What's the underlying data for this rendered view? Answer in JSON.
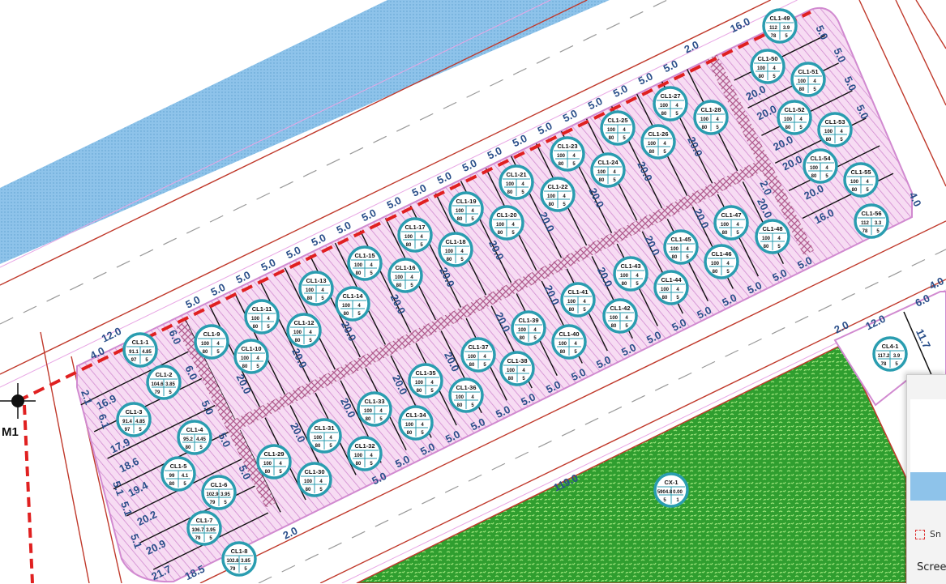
{
  "colors": {
    "water": "#8ec3ea",
    "park": "#2f9e2f",
    "block": "#f7dcf3",
    "hatch": "#d18ad0",
    "road_line": "#c0392b",
    "boundary": "#e02020",
    "lot_circle": "#2a9db0",
    "dim_text": "#2a4f8a"
  },
  "marker": {
    "label": "M1",
    "icon": "crosshair-icon"
  },
  "lots": [
    {
      "id": "CL1-1",
      "a": "91.1",
      "b": "4.85",
      "c": "97",
      "d": "5"
    },
    {
      "id": "CL1-2",
      "a": "104.6",
      "b": "3.85",
      "c": "79",
      "d": "5"
    },
    {
      "id": "CL1-3",
      "a": "91.4",
      "b": "4.85",
      "c": "97",
      "d": "5"
    },
    {
      "id": "CL1-4",
      "a": "95.2",
      "b": "4.45",
      "c": "80",
      "d": "5"
    },
    {
      "id": "CL1-5",
      "a": "99",
      "b": "4.1",
      "c": "80",
      "d": "5"
    },
    {
      "id": "CL1-6",
      "a": "102.9",
      "b": "3.95",
      "c": "79",
      "d": "5"
    },
    {
      "id": "CL1-7",
      "a": "106.7",
      "b": "3.95",
      "c": "79",
      "d": "5"
    },
    {
      "id": "CL1-8",
      "a": "102.8",
      "b": "3.85",
      "c": "79",
      "d": "5"
    },
    {
      "id": "CL1-9",
      "a": "100",
      "b": "4",
      "c": "80",
      "d": "5"
    },
    {
      "id": "CL1-10",
      "a": "100",
      "b": "4",
      "c": "80",
      "d": "5"
    },
    {
      "id": "CL1-11",
      "a": "100",
      "b": "4",
      "c": "80",
      "d": "5"
    },
    {
      "id": "CL1-12",
      "a": "100",
      "b": "4",
      "c": "80",
      "d": "5"
    },
    {
      "id": "CL1-13",
      "a": "100",
      "b": "4",
      "c": "80",
      "d": "5"
    },
    {
      "id": "CL1-14",
      "a": "100",
      "b": "4",
      "c": "80",
      "d": "5"
    },
    {
      "id": "CL1-15",
      "a": "100",
      "b": "4",
      "c": "80",
      "d": "5"
    },
    {
      "id": "CL1-16",
      "a": "100",
      "b": "4",
      "c": "80",
      "d": "5"
    },
    {
      "id": "CL1-17",
      "a": "100",
      "b": "4",
      "c": "80",
      "d": "5"
    },
    {
      "id": "CL1-18",
      "a": "100",
      "b": "4",
      "c": "80",
      "d": "5"
    },
    {
      "id": "CL1-19",
      "a": "100",
      "b": "4",
      "c": "80",
      "d": "5"
    },
    {
      "id": "CL1-20",
      "a": "100",
      "b": "4",
      "c": "80",
      "d": "5"
    },
    {
      "id": "CL1-21",
      "a": "100",
      "b": "4",
      "c": "80",
      "d": "5"
    },
    {
      "id": "CL1-22",
      "a": "100",
      "b": "4",
      "c": "80",
      "d": "5"
    },
    {
      "id": "CL1-23",
      "a": "100",
      "b": "4",
      "c": "80",
      "d": "5"
    },
    {
      "id": "CL1-24",
      "a": "100",
      "b": "4",
      "c": "80",
      "d": "5"
    },
    {
      "id": "CL1-25",
      "a": "100",
      "b": "4",
      "c": "80",
      "d": "5"
    },
    {
      "id": "CL1-26",
      "a": "100",
      "b": "4",
      "c": "80",
      "d": "5"
    },
    {
      "id": "CL1-27",
      "a": "100",
      "b": "4",
      "c": "80",
      "d": "5"
    },
    {
      "id": "CL1-28",
      "a": "100",
      "b": "4",
      "c": "80",
      "d": "5"
    },
    {
      "id": "CL1-29",
      "a": "100",
      "b": "4",
      "c": "80",
      "d": "5"
    },
    {
      "id": "CL1-30",
      "a": "100",
      "b": "4",
      "c": "80",
      "d": "5"
    },
    {
      "id": "CL1-31",
      "a": "100",
      "b": "4",
      "c": "80",
      "d": "5"
    },
    {
      "id": "CL1-32",
      "a": "100",
      "b": "4",
      "c": "80",
      "d": "5"
    },
    {
      "id": "CL1-33",
      "a": "100",
      "b": "4",
      "c": "80",
      "d": "5"
    },
    {
      "id": "CL1-34",
      "a": "100",
      "b": "4",
      "c": "80",
      "d": "5"
    },
    {
      "id": "CL1-35",
      "a": "100",
      "b": "4",
      "c": "80",
      "d": "5"
    },
    {
      "id": "CL1-36",
      "a": "100",
      "b": "4",
      "c": "80",
      "d": "5"
    },
    {
      "id": "CL1-37",
      "a": "100",
      "b": "4",
      "c": "80",
      "d": "5"
    },
    {
      "id": "CL1-38",
      "a": "100",
      "b": "4",
      "c": "80",
      "d": "5"
    },
    {
      "id": "CL1-39",
      "a": "100",
      "b": "4",
      "c": "80",
      "d": "5"
    },
    {
      "id": "CL1-40",
      "a": "100",
      "b": "4",
      "c": "80",
      "d": "5"
    },
    {
      "id": "CL1-41",
      "a": "100",
      "b": "4",
      "c": "80",
      "d": "5"
    },
    {
      "id": "CL1-42",
      "a": "100",
      "b": "4",
      "c": "80",
      "d": "5"
    },
    {
      "id": "CL1-43",
      "a": "100",
      "b": "4",
      "c": "80",
      "d": "5"
    },
    {
      "id": "CL1-44",
      "a": "100",
      "b": "4",
      "c": "80",
      "d": "5"
    },
    {
      "id": "CL1-45",
      "a": "100",
      "b": "4",
      "c": "80",
      "d": "5"
    },
    {
      "id": "CL1-46",
      "a": "100",
      "b": "4",
      "c": "80",
      "d": "5"
    },
    {
      "id": "CL1-47",
      "a": "100",
      "b": "4",
      "c": "80",
      "d": "5"
    },
    {
      "id": "CL1-48",
      "a": "100",
      "b": "4",
      "c": "80",
      "d": "5"
    },
    {
      "id": "CL1-49",
      "a": "112",
      "b": "3.9",
      "c": "78",
      "d": "5"
    },
    {
      "id": "CL1-50",
      "a": "100",
      "b": "4",
      "c": "80",
      "d": "5"
    },
    {
      "id": "CL1-51",
      "a": "100",
      "b": "4",
      "c": "80",
      "d": "5"
    },
    {
      "id": "CL1-52",
      "a": "100",
      "b": "4",
      "c": "80",
      "d": "5"
    },
    {
      "id": "CL1-53",
      "a": "100",
      "b": "4",
      "c": "80",
      "d": "5"
    },
    {
      "id": "CL1-54",
      "a": "100",
      "b": "4",
      "c": "80",
      "d": "5"
    },
    {
      "id": "CL1-55",
      "a": "100",
      "b": "4",
      "c": "80",
      "d": "5"
    },
    {
      "id": "CL1-56",
      "a": "112",
      "b": "3.3",
      "c": "78",
      "d": "5"
    },
    {
      "id": "CL4-1",
      "a": "117.2",
      "b": "3.9",
      "c": "78",
      "d": "5"
    },
    {
      "id": "CX-1",
      "a": "5904.8",
      "b": "0.00",
      "c": "5",
      "d": "1"
    }
  ],
  "dims": {
    "top_edge": [
      "5.0",
      "5.0",
      "5.0",
      "5.0",
      "5.0",
      "5.0",
      "5.0",
      "5.0",
      "5.0",
      "5.0",
      "5.0",
      "5.0",
      "5.0",
      "5.0",
      "5.0",
      "5.0",
      "5.0",
      "5.0",
      "5.0",
      "5.0"
    ],
    "depth": [
      "20.0",
      "20.0",
      "20.0",
      "20.0",
      "20.0",
      "20.0",
      "20.0",
      "20.0",
      "20.0",
      "20.0",
      "20.0",
      "20.0",
      "20.0",
      "20.0",
      "20.0",
      "20.0",
      "20.0",
      "20.0",
      "20.0",
      "20.0"
    ],
    "bottom_edge": [
      "5.0",
      "5.0",
      "5.0",
      "5.0",
      "5.0",
      "5.0",
      "5.0",
      "5.0",
      "5.0",
      "5.0",
      "5.0",
      "5.0",
      "5.0",
      "5.0",
      "5.0",
      "5.0",
      "5.0",
      "5.0"
    ],
    "left_lengths": [
      "16.9",
      "17.9",
      "18.6",
      "19.4",
      "20.2",
      "20.9",
      "21.7"
    ],
    "right_lengths": [
      "20.0",
      "20.0",
      "20.0",
      "20.0",
      "20.0",
      "16.0"
    ],
    "misc": [
      "4.0",
      "12.0",
      "6.0",
      "6.0",
      "5.0",
      "5.0",
      "5.0",
      "2.0",
      "18.5",
      "5.1",
      "5.1",
      "5.1",
      "2.1",
      "6.1",
      "119.0",
      "16.0",
      "2.0",
      "2.0",
      "5.0",
      "5.0",
      "5.0",
      "4.0",
      "12.0",
      "6.0",
      "11.7",
      "2.0",
      "4.0",
      "5.0"
    ]
  },
  "snip_notification": {
    "app_label": "Sn",
    "title": "Scree",
    "icon": "snipping-tool-icon"
  }
}
